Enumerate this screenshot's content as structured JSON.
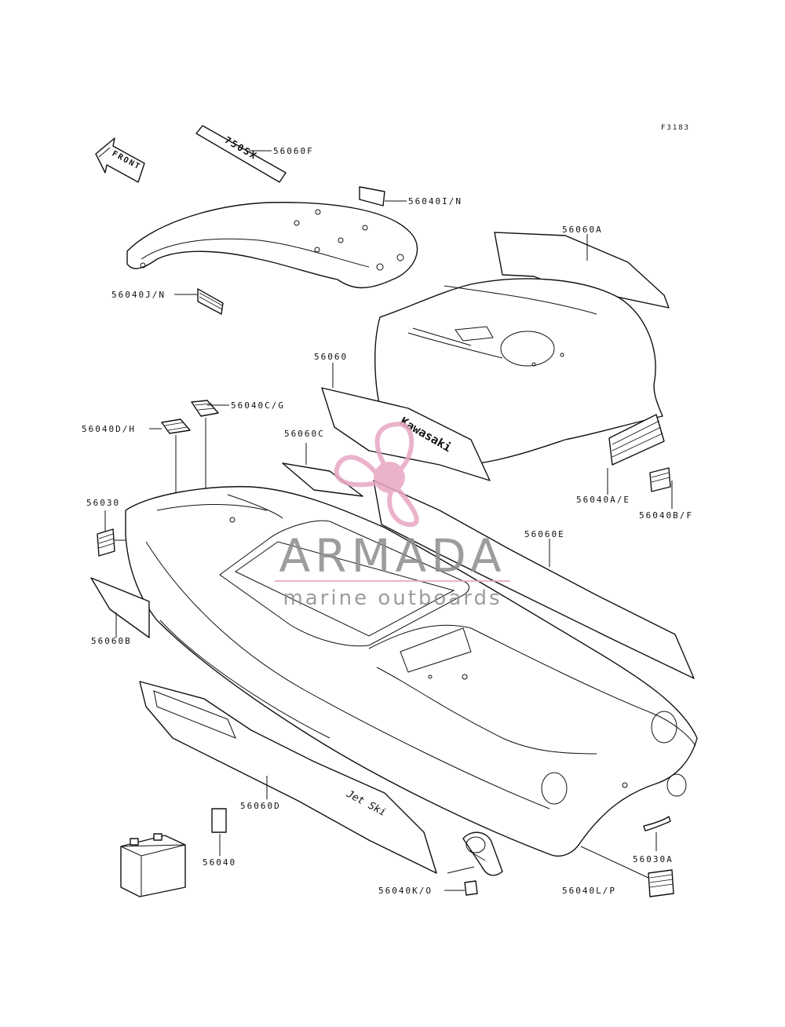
{
  "figure_id": "F3183",
  "front_arrow": "FRONT",
  "decal_texts": {
    "model": "750SX",
    "brand": "Kawasaki",
    "brand_mark": "Jet Ski"
  },
  "labels": {
    "p56060F": "56060F",
    "p56040IN": "56040I/N",
    "p56060A": "56060A",
    "p56040JN": "56040J/N",
    "p56060": "56060",
    "p56040CG": "56040C/G",
    "p56040DH": "56040D/H",
    "p56060C": "56060C",
    "p56030": "56030",
    "p56040AE": "56040A/E",
    "p56040BF": "56040B/F",
    "p56060E": "56060E",
    "p56060B": "56060B",
    "p56060D": "56060D",
    "p56040": "56040",
    "p56030A": "56030A",
    "p56040KO": "56040K/O",
    "p56040LP": "56040L/P"
  },
  "watermark": {
    "title": "ARMADA",
    "subtitle": "marine outboards",
    "color": "#e8a6c2"
  }
}
